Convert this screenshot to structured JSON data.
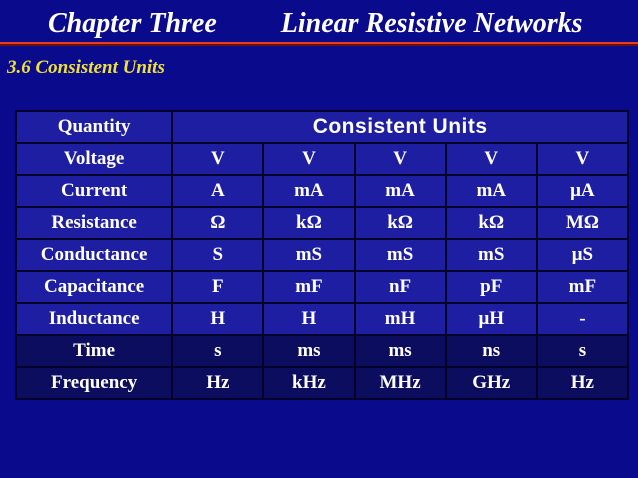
{
  "header": {
    "chapter": "Chapter Three",
    "title": "Linear Resistive Networks"
  },
  "section_title": "3.6 Consistent Units",
  "table": {
    "corner_label": "Quantity",
    "units_header": "Consistent Units",
    "rows": [
      {
        "label": "Voltage",
        "units": [
          "V",
          "V",
          "V",
          "V",
          "V"
        ]
      },
      {
        "label": "Current",
        "units": [
          "A",
          "mA",
          "mA",
          "mA",
          "μA"
        ]
      },
      {
        "label": "Resistance",
        "units": [
          "Ω",
          "kΩ",
          "kΩ",
          "kΩ",
          "MΩ"
        ]
      },
      {
        "label": "Conductance",
        "units": [
          "S",
          "mS",
          "mS",
          "mS",
          "μS"
        ]
      },
      {
        "label": "Capacitance",
        "units": [
          "F",
          "mF",
          "nF",
          "pF",
          "mF"
        ]
      },
      {
        "label": "Inductance",
        "units": [
          "H",
          "H",
          "mH",
          "μH",
          "-"
        ]
      },
      {
        "label": "Time",
        "units": [
          "s",
          "ms",
          "ms",
          "ns",
          "s"
        ]
      },
      {
        "label": "Frequency",
        "units": [
          "Hz",
          "kHz",
          "MHz",
          "GHz",
          "Hz"
        ]
      }
    ]
  },
  "colors": {
    "page-bg": "#0a0a8c",
    "cell-bg": "#1e1ea2",
    "dark-cell-bg": "#0d0d60",
    "border-color": "#03032a",
    "title-color": "#ffffff",
    "section-color": "#f0e234",
    "rule-red": "#e23c22",
    "rule-red-dark": "#6d100a"
  }
}
